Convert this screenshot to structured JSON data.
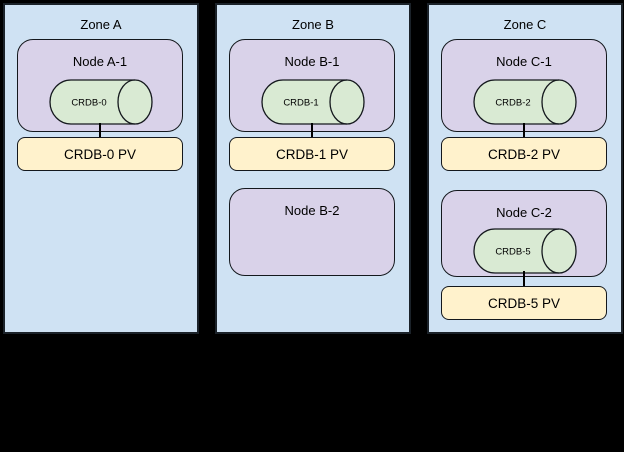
{
  "page": {
    "background": "#000000"
  },
  "palette": {
    "zone_fill": "#cfe2f3",
    "node_fill": "#d9d2e9",
    "cylinder_fill": "#d9ead3",
    "pv_fill": "#fff2cc",
    "stroke": "#14181d"
  },
  "zones": [
    {
      "title": "Zone A",
      "stacks": [
        {
          "node": "Node A-1",
          "cylinder": "CRDB-0",
          "pv": "CRDB-0 PV"
        }
      ]
    },
    {
      "title": "Zone B",
      "stacks": [
        {
          "node": "Node B-1",
          "cylinder": "CRDB-1",
          "pv": "CRDB-1 PV"
        }
      ],
      "empty_node": "Node B-2"
    },
    {
      "title": "Zone C",
      "stacks": [
        {
          "node": "Node C-1",
          "cylinder": "CRDB-2",
          "pv": "CRDB-2 PV"
        },
        {
          "node": "Node C-2",
          "cylinder": "CRDB-5",
          "pv": "CRDB-5 PV"
        }
      ]
    }
  ]
}
